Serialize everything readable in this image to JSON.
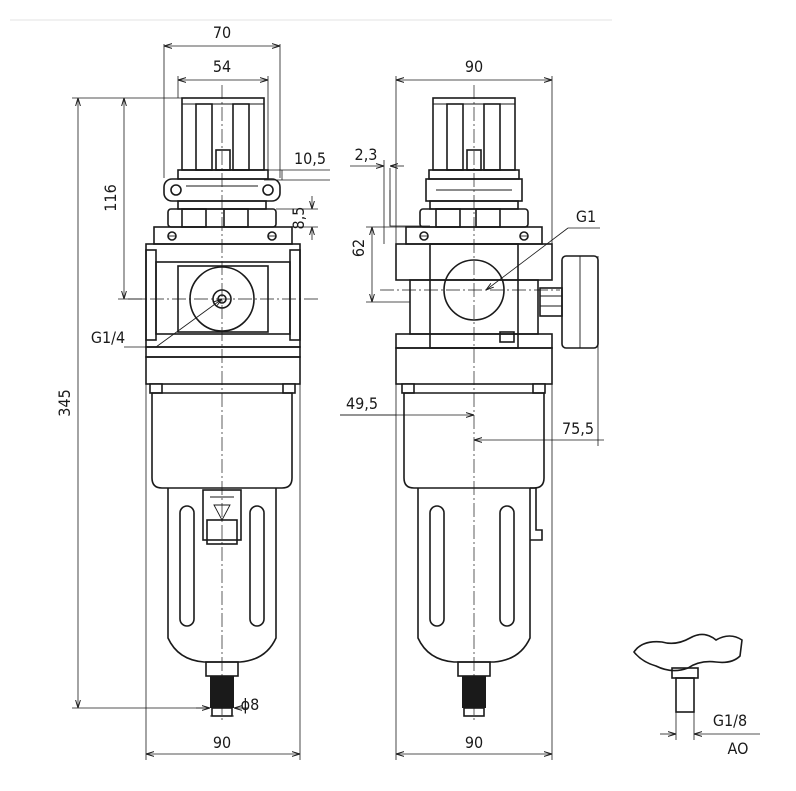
{
  "dimensions": {
    "top_width_70": "70",
    "top_width_54": "54",
    "height_116": "116",
    "offset_10_5": "10,5",
    "offset_8_5": "8,5",
    "port_g1_4": "G1/4",
    "height_345": "345",
    "drain_dia_8": "ϕ8",
    "base_width_left": "90",
    "top_width_90": "90",
    "offset_2_3": "2,3",
    "height_62": "62",
    "port_g1": "G1",
    "offset_49_5": "49,5",
    "offset_75_5": "75,5",
    "base_width_right": "90",
    "gauge_thread": "G1/8",
    "gauge_model": "AO"
  }
}
